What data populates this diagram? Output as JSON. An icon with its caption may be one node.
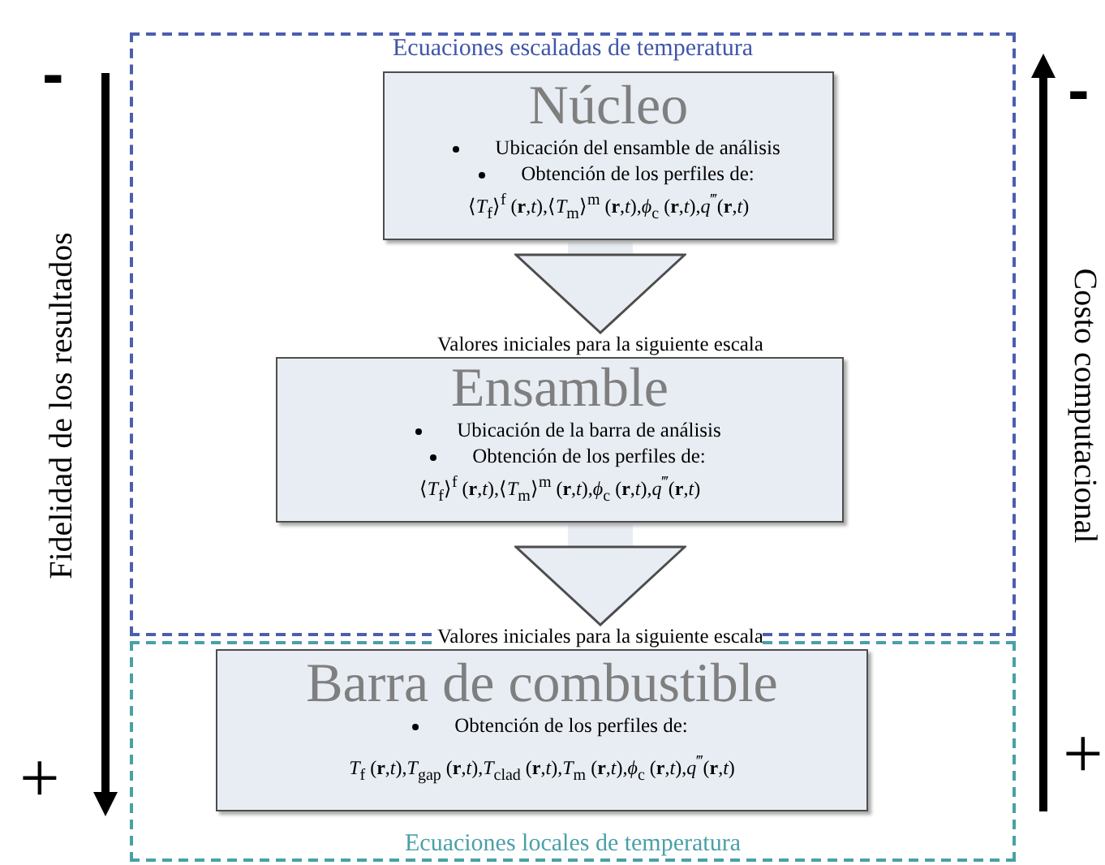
{
  "diagram": {
    "nodes": [
      {
        "text": [
          "Ecuaciones escaladas de temperatura"
        ]
      },
      {
        "text": [
          "Núcleo",
          "Ubicación del ensamble de análisis",
          "Obtención de los perfiles de:",
          "⟨*T*$_{f}$⟩$^{f}$ (**r**,*t*),⟨*T*$_{m}$⟩$^{m}$ (**r**,*t*),*ϕ*$_{c}$ (**r**,*t*),*q*$^{‴}$(**r**,*t*)"
        ],
        "in": 0
      },
      {
        "text": [
          "Ensamble",
          "Ubicación de la barra de análisis",
          "Obtención de los perfiles de:",
          "⟨*T*$_{f}$⟩$^{f}$ (**r**,*t*),⟨*T*$_{m}$⟩$^{m}$ (**r**,*t*),*ϕ*$_{c}$ (**r**,*t*),*q*$^{‴}$(**r**,*t*)"
        ],
        "in": 0
      },
      {
        "text": [
          "Ecuaciones locales de temperatura"
        ]
      },
      {
        "text": [
          "Barra de combustible",
          "Obtención de los perfiles de:",
          "*T*$_{f}$ (**r**,*t*),*T*$_{gap}$ (**r**,*t*),*T*$_{clad}$ (**r**,*t*),*T*$_{m}$ (**r**,*t*),*ϕ*$_{c}$ (**r**,*t*),*q*$^{‴}$(**r**,*t*)"
        ],
        "in": 3
      }
    ],
    "edges": [
      {
        "from": 1,
        "to": 2,
        "arrow": "to",
        "label": "Valores iniciales para la siguiente escala"
      },
      {
        "from": 2,
        "to": 4,
        "arrow": "to",
        "label": "Valores iniciales para la siguiente escala"
      }
    ],
    "labels": [
      "-",
      "Fidelidad de los resultados",
      "+",
      "-",
      "Costo computacional",
      "+"
    ]
  }
}
